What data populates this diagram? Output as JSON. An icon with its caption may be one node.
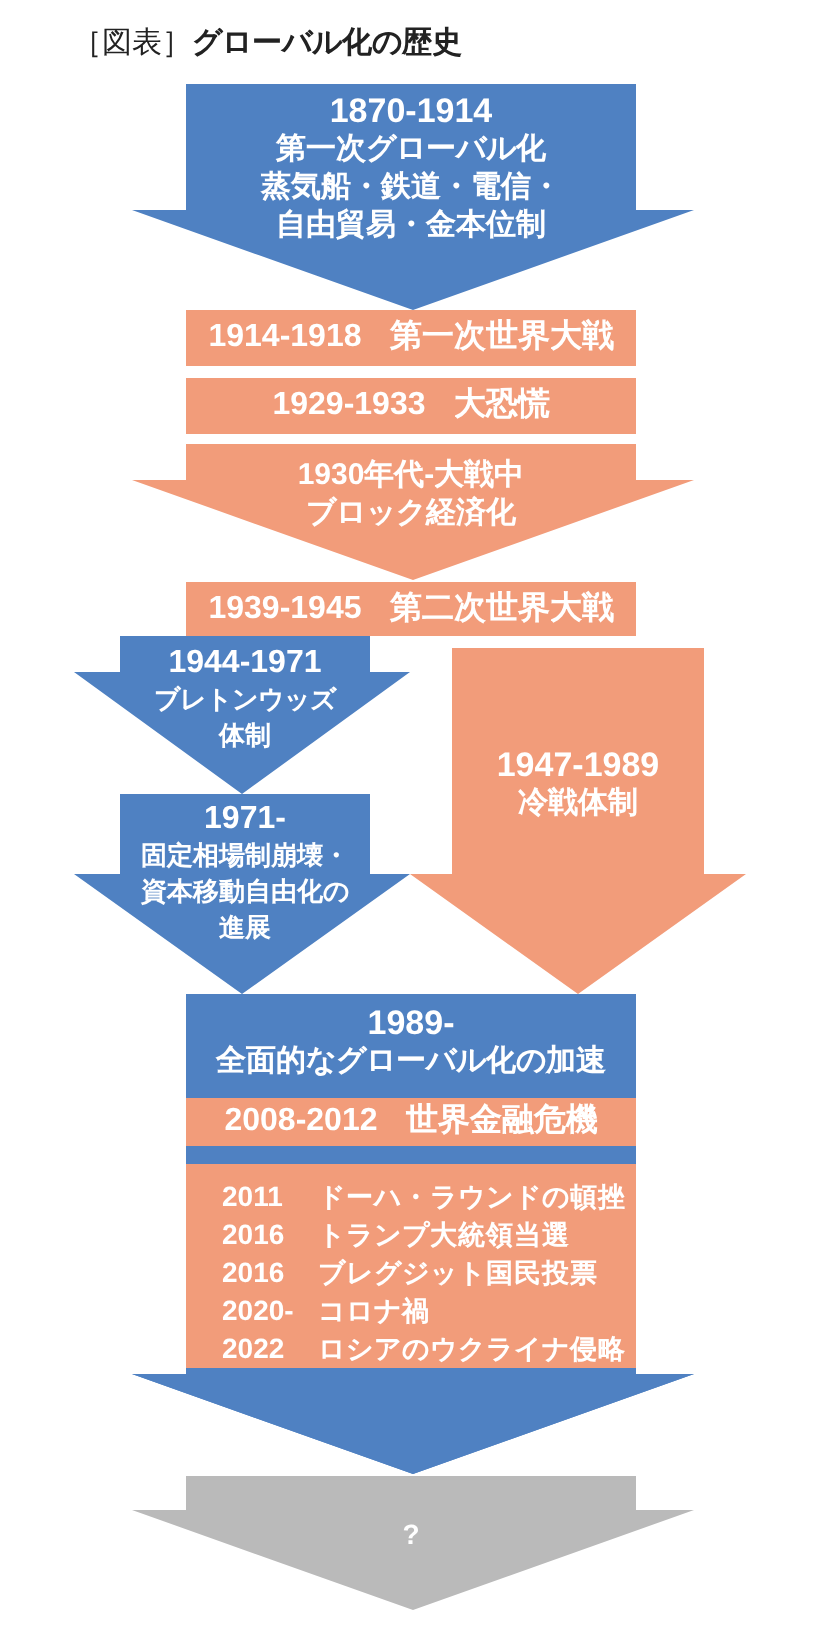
{
  "diagram": {
    "title": "［図表］**グローバル化の歴史**",
    "nodes": [
      {
        "text": [
          "1870-1914",
          "第一次グローバル化",
          "蒸気船・鉄道・電信・自由貿易・金本位制"
        ]
      },
      {
        "text": [
          "1914-1918",
          "第一次世界大戦"
        ]
      },
      {
        "text": [
          "1929-1933",
          "大恐慌"
        ]
      },
      {
        "text": [
          "1930年代-大戦中",
          "ブロック経済化"
        ]
      },
      {
        "text": [
          "1939-1945",
          "第二次世界大戦"
        ]
      },
      {
        "text": [
          "1944-1971",
          "ブレトンウッズ体制"
        ]
      },
      {
        "text": [
          "1947-1989",
          "冷戦体制"
        ]
      },
      {
        "text": [
          "1971-",
          "固定相場制崩壊・資本移動自由化の進展"
        ]
      },
      {
        "text": [
          "1989-",
          "全面的なグローバル化の加速"
        ]
      },
      {
        "text": [
          "2008-2012",
          "世界金融危機"
        ],
        "in": 8
      },
      {
        "text": [
          "2011",
          "ドーハ・ラウンドの頓挫",
          "2016",
          "トランプ大統領当選",
          "2016",
          "ブレグジット国民投票",
          "2020-",
          "コロナ禍",
          "2022",
          "ロシアのウクライナ侵略"
        ],
        "in": 8
      },
      {
        "text": [
          "?"
        ]
      }
    ],
    "edges": [
      {
        "from": 2,
        "to": 4,
        "arrow": "to"
      },
      {
        "from": 4,
        "to": 7,
        "arrow": "to"
      },
      {
        "from": 4,
        "to": 8,
        "arrow": "to"
      },
      {
        "from": 5,
        "to": 8,
        "arrow": "to"
      },
      {
        "from": 7,
        "to": 11,
        "arrow": "to"
      },
      {
        "from": 6,
        "to": 11,
        "arrow": "to"
      }
    ]
  }
}
